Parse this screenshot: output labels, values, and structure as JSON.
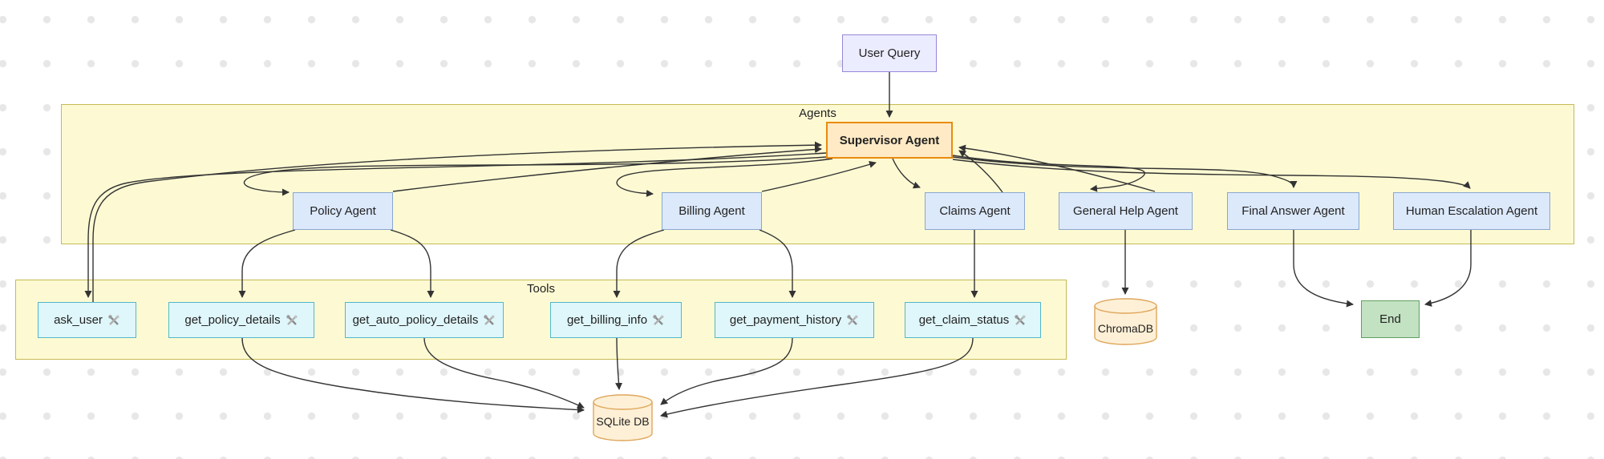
{
  "diagram": {
    "containers": {
      "agents": {
        "label": "Agents"
      },
      "tools": {
        "label": "Tools"
      }
    },
    "nodes": {
      "user_query": {
        "label": "User Query"
      },
      "supervisor": {
        "label": "Supervisor Agent"
      },
      "policy_agent": {
        "label": "Policy Agent"
      },
      "billing_agent": {
        "label": "Billing Agent"
      },
      "claims_agent": {
        "label": "Claims Agent"
      },
      "general_help_agent": {
        "label": "General Help Agent"
      },
      "final_answer_agent": {
        "label": "Final Answer Agent"
      },
      "human_escalation_agent": {
        "label": "Human Escalation Agent"
      },
      "ask_user": {
        "label": "ask_user"
      },
      "get_policy_details": {
        "label": "get_policy_details"
      },
      "get_auto_policy_details": {
        "label": "get_auto_policy_details"
      },
      "get_billing_info": {
        "label": "get_billing_info"
      },
      "get_payment_history": {
        "label": "get_payment_history"
      },
      "get_claim_status": {
        "label": "get_claim_status"
      },
      "chromadb": {
        "label": "ChromaDB"
      },
      "sqlite_db": {
        "label": "SQLite DB"
      },
      "end": {
        "label": "End"
      }
    },
    "icons": {
      "tool_icon": "hammer-wrench",
      "tool_icon_glyph": "🛠️"
    },
    "edges": [
      [
        "User Query",
        "Supervisor Agent"
      ],
      [
        "Supervisor Agent",
        "ask_user"
      ],
      [
        "ask_user",
        "Supervisor Agent"
      ],
      [
        "Supervisor Agent",
        "Policy Agent"
      ],
      [
        "Policy Agent",
        "Supervisor Agent"
      ],
      [
        "Supervisor Agent",
        "Billing Agent"
      ],
      [
        "Billing Agent",
        "Supervisor Agent"
      ],
      [
        "Supervisor Agent",
        "Claims Agent"
      ],
      [
        "Claims Agent",
        "Supervisor Agent"
      ],
      [
        "Supervisor Agent",
        "General Help Agent"
      ],
      [
        "General Help Agent",
        "Supervisor Agent"
      ],
      [
        "Supervisor Agent",
        "Final Answer Agent"
      ],
      [
        "Supervisor Agent",
        "Human Escalation Agent"
      ],
      [
        "Policy Agent",
        "get_policy_details"
      ],
      [
        "Policy Agent",
        "get_auto_policy_details"
      ],
      [
        "Billing Agent",
        "get_billing_info"
      ],
      [
        "Billing Agent",
        "get_payment_history"
      ],
      [
        "Claims Agent",
        "get_claim_status"
      ],
      [
        "General Help Agent",
        "ChromaDB"
      ],
      [
        "Final Answer Agent",
        "End"
      ],
      [
        "Human Escalation Agent",
        "End"
      ],
      [
        "get_policy_details",
        "SQLite DB"
      ],
      [
        "get_auto_policy_details",
        "SQLite DB"
      ],
      [
        "get_billing_info",
        "SQLite DB"
      ],
      [
        "get_payment_history",
        "SQLite DB"
      ],
      [
        "get_claim_status",
        "SQLite DB"
      ]
    ],
    "colors": {
      "container_fill": "#FDFAD3",
      "container_border": "#C6BA54",
      "query_fill": "#ECECFF",
      "query_border": "#9788D9",
      "supervisor_fill": "#FFEAC5",
      "supervisor_border": "#E98B0D",
      "agent_fill": "#DCE9FB",
      "agent_border": "#8AA7CE",
      "tool_fill": "#DFF6FA",
      "tool_border": "#52B8C8",
      "end_fill": "#C3E2C2",
      "end_border": "#619E61",
      "db_fill": "#FEF0D6",
      "db_border": "#DFA65C",
      "edge_color": "#333333",
      "dot_color": "#E7E7E7"
    }
  }
}
